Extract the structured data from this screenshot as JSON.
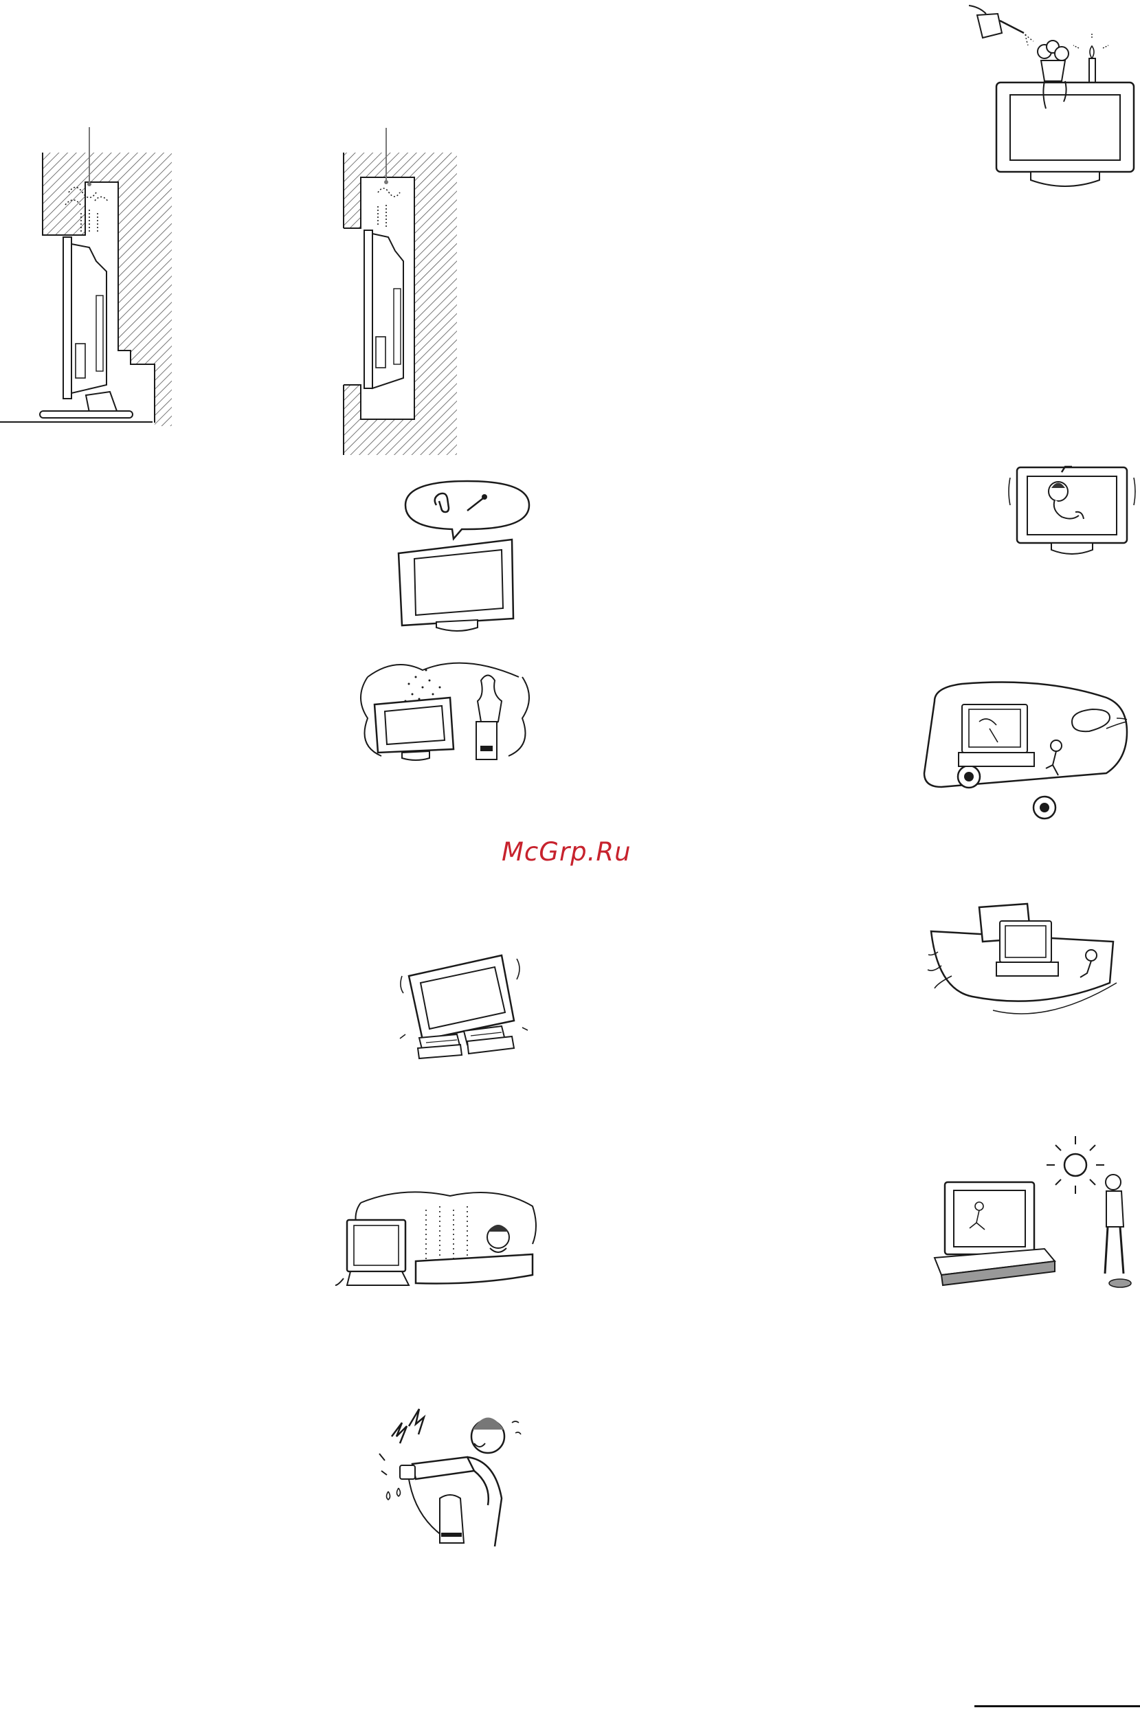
{
  "watermark": {
    "text": "McGrp.Ru",
    "color": "#c7222d"
  },
  "illustrations": [
    {
      "id": "wall-install-side-view",
      "icon": "tv-on-stand-wall-clearance"
    },
    {
      "id": "wall-mount-side-view",
      "icon": "tv-wall-mounted-clearance"
    },
    {
      "id": "water-and-candle-on-tv",
      "icon": "watering-can-candle-warning"
    },
    {
      "id": "child-hanging-on-tv",
      "icon": "child-climbing-tv-warning"
    },
    {
      "id": "foreign-objects-in-tv",
      "icon": "paperclip-pin-warning"
    },
    {
      "id": "oily-smoke-near-tv",
      "icon": "cooking-smoke-warning"
    },
    {
      "id": "tv-in-vehicle",
      "icon": "vehicle-installation-warning"
    },
    {
      "id": "tv-on-boat",
      "icon": "boat-installation-warning"
    },
    {
      "id": "unstable-surface",
      "icon": "unstable-stand-warning"
    },
    {
      "id": "tv-in-humid-bathroom",
      "icon": "bathroom-humidity-warning"
    },
    {
      "id": "tv-in-direct-sunlight",
      "icon": "direct-sunlight-warning"
    },
    {
      "id": "wet-hands-power-plug",
      "icon": "electric-shock-warning"
    }
  ],
  "colors": {
    "ink": "#1a1a1a",
    "hatch": "#555555",
    "watermark": "#c7222d"
  }
}
